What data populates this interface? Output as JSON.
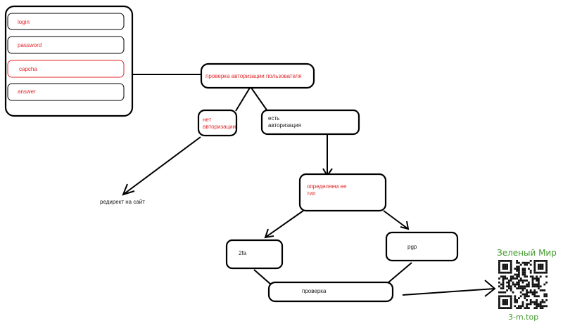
{
  "form": {
    "fields": [
      {
        "label": "login"
      },
      {
        "label": "password"
      },
      {
        "label": "capcha"
      },
      {
        "label": "answer"
      }
    ]
  },
  "nodes": {
    "auth_check": "проверка авторизации пользователя",
    "no_auth": "нет\nавторизации",
    "has_auth": "есть\nавторизация",
    "redirect": "редирект на сайт",
    "determine_type": "определяем ее\nтип",
    "twofa": "2fa",
    "pgp": "pgp",
    "verify": "проверка"
  },
  "watermark": {
    "title": "Зеленый Мир",
    "url": "3-m.top"
  },
  "colors": {
    "red_text": "#e0262a",
    "stroke": "#000000",
    "brand_green": "#3f9a2a"
  }
}
